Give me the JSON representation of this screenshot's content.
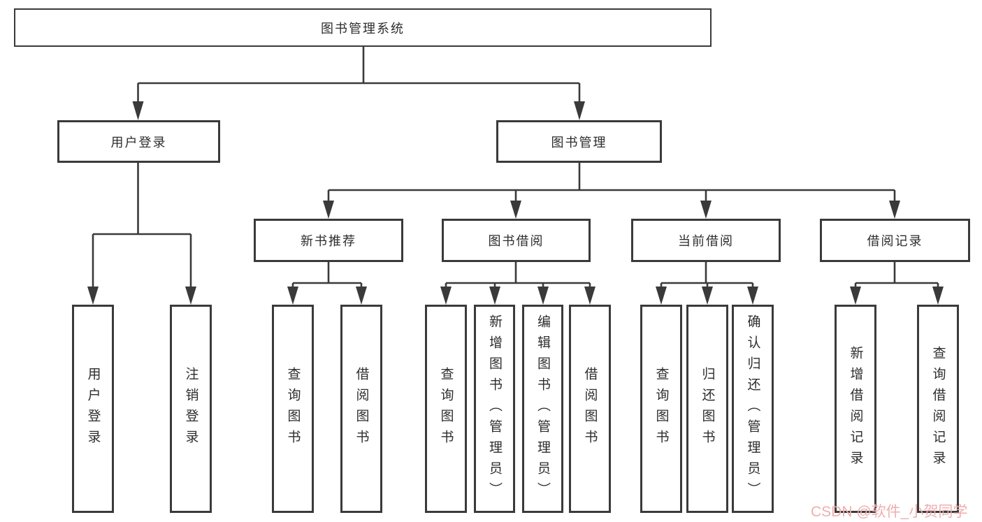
{
  "colors": {
    "line": "#3a3a3a",
    "text": "#2d2d2d",
    "watermark": "#f0aeae",
    "canvas": "#ffffff"
  },
  "watermark": {
    "text": "CSDN @软件_小贺同学"
  },
  "nodes": {
    "root": {
      "label": "图书管理系统"
    },
    "user_login_group": {
      "label": "用户登录"
    },
    "book_mgmt": {
      "label": "图书管理"
    },
    "new_book_rec": {
      "label": "新书推荐"
    },
    "book_borrow": {
      "label": "图书借阅"
    },
    "current_borrow": {
      "label": "当前借阅"
    },
    "borrow_records": {
      "label": "借阅记录"
    },
    "user_login": {
      "label": "用户登录"
    },
    "logout": {
      "label": "注销登录"
    },
    "query_books_a": {
      "label": "查询图书"
    },
    "borrow_books_a": {
      "label": "借阅图书"
    },
    "query_books_b": {
      "label": "查询图书"
    },
    "add_books_admin": {
      "label": "新增图书（管理员）"
    },
    "edit_books_admin": {
      "label": "编辑图书（管理员）"
    },
    "borrow_books_b": {
      "label": "借阅图书"
    },
    "query_books_c": {
      "label": "查询图书"
    },
    "return_books": {
      "label": "归还图书"
    },
    "confirm_return_admin": {
      "label": "确认归还（管理员）"
    },
    "add_borrow_record": {
      "label": "新增借阅记录"
    },
    "query_borrow_record": {
      "label": "查询借阅记录"
    }
  },
  "edges": [
    [
      "root",
      "user_login_group"
    ],
    [
      "root",
      "book_mgmt"
    ],
    [
      "user_login_group",
      "user_login"
    ],
    [
      "user_login_group",
      "logout"
    ],
    [
      "book_mgmt",
      "new_book_rec"
    ],
    [
      "book_mgmt",
      "book_borrow"
    ],
    [
      "book_mgmt",
      "current_borrow"
    ],
    [
      "book_mgmt",
      "borrow_records"
    ],
    [
      "new_book_rec",
      "query_books_a"
    ],
    [
      "new_book_rec",
      "borrow_books_a"
    ],
    [
      "book_borrow",
      "query_books_b"
    ],
    [
      "book_borrow",
      "add_books_admin"
    ],
    [
      "book_borrow",
      "edit_books_admin"
    ],
    [
      "book_borrow",
      "borrow_books_b"
    ],
    [
      "current_borrow",
      "query_books_c"
    ],
    [
      "current_borrow",
      "return_books"
    ],
    [
      "current_borrow",
      "confirm_return_admin"
    ],
    [
      "borrow_records",
      "add_borrow_record"
    ],
    [
      "borrow_records",
      "query_borrow_record"
    ]
  ]
}
